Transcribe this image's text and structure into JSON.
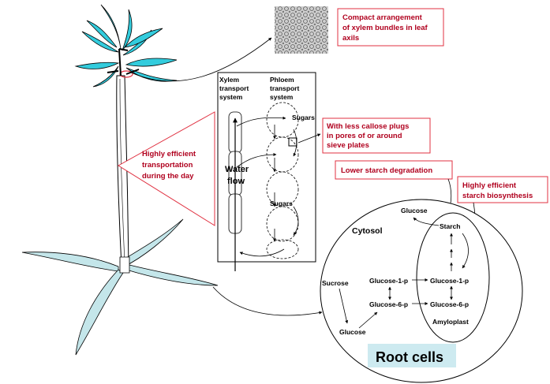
{
  "colors": {
    "leaf": "#33ccdd",
    "root_leaf": "#c4e6ea",
    "callout_red": "#e03040",
    "text_red": "#b0001e",
    "root_label_bg": "#cdeaf0"
  },
  "callouts": {
    "xylem_axils": [
      "Compact arrangement",
      "of xylem bundles in leaf",
      "axils"
    ],
    "callose": [
      "With less callose plugs",
      "in pores of or around",
      "sieve plates"
    ],
    "transport_day": [
      "Highly efficient",
      "transportation",
      "during the day"
    ],
    "starch_degradation": "Lower starch degradation",
    "starch_biosynthesis": [
      "Highly efficient",
      "starch biosynthesis"
    ]
  },
  "transport": {
    "xylem_title": [
      "Xylem",
      "transport",
      "system"
    ],
    "phloem_title": [
      "Phloem",
      "transport",
      "system"
    ],
    "sugars_top": "Sugars",
    "sugars_mid": "Sugars",
    "water_flow": [
      "Water",
      "flow"
    ]
  },
  "cell": {
    "cytosol": "Cytosol",
    "glucose_top": "Glucose",
    "starch": "Starch",
    "sucrose": "Sucrose",
    "glucose_bottom": "Glucose",
    "glucose_1p_cyt": "Glucose-1-p",
    "glucose_6p_cyt": "Glucose-6-p",
    "glucose_1p_amy": "Glucose-1-p",
    "glucose_6p_amy": "Glucose-6-p",
    "amyloplast": "Amyloplast",
    "root_cells": "Root cells"
  }
}
